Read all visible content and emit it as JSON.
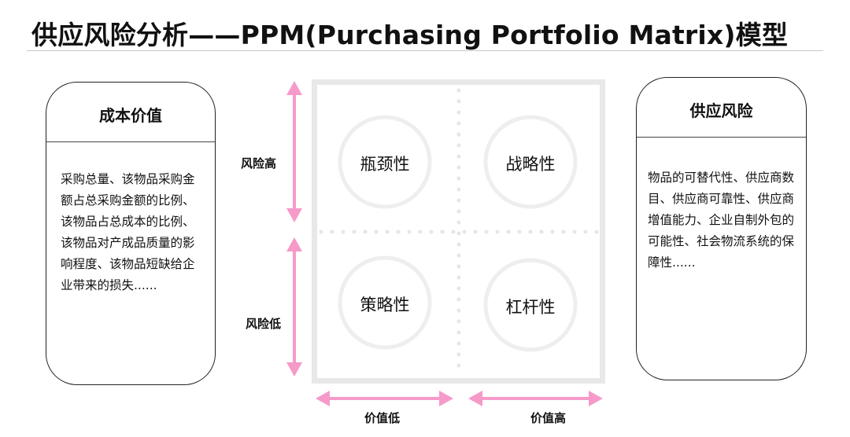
{
  "header": {
    "title": "供应风险分析——PPM(Purchasing Portfolio Matrix)模型"
  },
  "left_card": {
    "title": "成本价值",
    "body": "采购总量、该物品采购金额占总采购金额的比例、该物品占总成本的比例、该物品对产成品质量的影响程度、该物品短缺给企业带来的损失......"
  },
  "right_card": {
    "title": "供应风险",
    "body": "物品的可替代性、供应商数目、供应商可靠性、供应商增值能力、企业自制外包的可能性、社会物流系统的保障性......"
  },
  "matrix": {
    "quadrants": {
      "top_left": "瓶颈性",
      "top_right": "战略性",
      "bottom_left": "策略性",
      "bottom_right": "杠杆性"
    },
    "y_axis": {
      "high": "风险高",
      "low": "风险低"
    },
    "x_axis": {
      "low": "价值低",
      "high": "价值高"
    }
  },
  "colors": {
    "arrow": "#f59ac9",
    "matrix_border": "#e8e8e8",
    "circle": "#eeeeee"
  }
}
